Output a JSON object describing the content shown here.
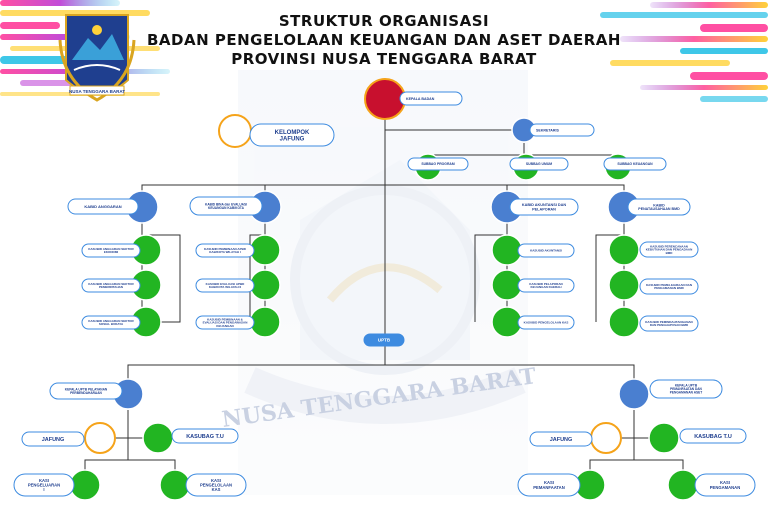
{
  "header": {
    "line1": "STRUKTUR ORGANISASI",
    "line2": "BADAN PENGELOLAAN KEUANGAN DAN ASET DAERAH",
    "line3": "PROVINSI NUSA TENGGARA BARAT"
  },
  "watermark": "NUSA TENGGARA BARAT",
  "emblem_caption": "NUSA TENGGARA BARAT",
  "colors": {
    "red": "#c8102e",
    "blue": "#4a7fd0",
    "green": "#22b522",
    "orange_ring": "#f5a31a",
    "label_blue": "#3d8be0",
    "line": "#333333"
  },
  "labels": {
    "kepala_badan": "KEPALA BADAN",
    "kelompok_jafung": "KELOMPOK JAFUNG",
    "sekretaris": "SEKRETARIS",
    "subbag_program": "SUBBAG PROGRAM",
    "subbag_umum": "SUBBAG UMUM",
    "subbag_keuangan": "SUBBAG KEUANGAN",
    "kabid_anggaran": "KABID ANGGARAN",
    "kabid_bina": "KABID BINA dan EVALUASI KEUANGAN KAB/KOTA",
    "kabid_akuntansi": "KABID AKUNTANSI DAN PELAPORAN",
    "kabid_bmd": "KABID PENATAUSAHAAN BMD",
    "kasubid_a1": "KASUBID ANGGARAN SEKTOR EKONOMI",
    "kasubid_a2": "KASUBID ANGGARAN SEKTOR PEMERINTAHAN",
    "kasubid_a3": "KASUBID ANGGARAN SEKTOR SOSIAL BUDAYA",
    "kasubid_b1": "KASUBID PEMBINAAN APBD KAB/KOTA WILAYAH I",
    "kasubid_b2": "KASUBID EVALUASI APBD KAB/KOTA WILAYAH II",
    "kasubid_b3": "KASUBID PEMBINAAN & EVALUASI DAN PENGAWASAN KEUANGAN",
    "kasubid_c1": "KASUBID AKUNTANSI",
    "kasubid_c2": "KASUBID PELAPORAN KEUANGAN DAERAH",
    "kasubid_c3": "KASUBID PENGELOLAAN KAS",
    "kasubid_d1": "KASUBID PERENCANAAN KEBUTUHAN DAN PENGADAAN BMD",
    "kasubid_d2": "KASUBID PEMELIHARAAN DAN PENGAMANAN BMD",
    "kasubid_d3": "KASUBID PEMINDAHTANGANAN DAN PENGHAPUSAN BMD",
    "uptb": "UPTB",
    "kepala_uptb_left": "KEPALA UPTB PELAYANAN PERBENDAHARAAN",
    "kepala_uptb_right": "KEPALA UPTB PEMANFAATAN DAN PENGAMANAN ASET",
    "jafung_left": "JAFUNG",
    "jafung_right": "JAFUNG",
    "kasubag_tu_left": "KASUBAG T.U",
    "kasubag_tu_right": "KASUBAG T.U",
    "kasi_pengeluaran": "KASI PENGELUARAN I",
    "kasi_pengelolaan_kas": "KASI PENGELOLAAN KAS",
    "kasi_pemanfaatan": "KASI PEMANFAATAN",
    "kasi_pengamanan": "KASI PENGAMANAN"
  }
}
